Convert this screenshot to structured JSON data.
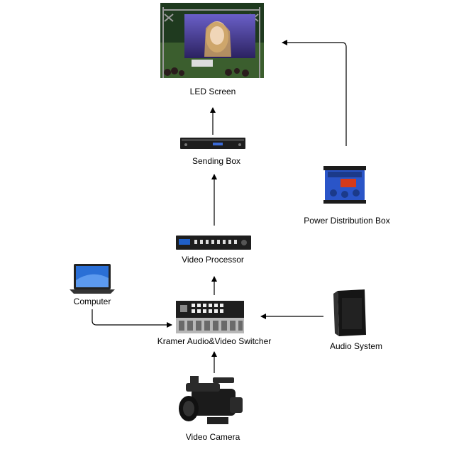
{
  "nodes": {
    "led_screen": {
      "label": "LED Screen"
    },
    "sending_box": {
      "label": "Sending Box"
    },
    "power_box": {
      "label": "Power Distribution Box"
    },
    "video_processor": {
      "label": "Video Processor"
    },
    "computer": {
      "label": "Computer"
    },
    "switcher": {
      "label": "Kramer Audio&Video Switcher"
    },
    "audio_system": {
      "label": "Audio System"
    },
    "camera": {
      "label": "Video Camera"
    }
  },
  "edges": [
    {
      "from": "Sending Box",
      "to": "LED Screen"
    },
    {
      "from": "Power Distribution Box",
      "to": "LED Screen"
    },
    {
      "from": "Video Processor",
      "to": "Sending Box"
    },
    {
      "from": "Kramer Audio&Video Switcher",
      "to": "Video Processor"
    },
    {
      "from": "Computer",
      "to": "Kramer Audio&Video Switcher"
    },
    {
      "from": "Audio System",
      "to": "Kramer Audio&Video Switcher"
    },
    {
      "from": "Video Camera",
      "to": "Kramer Audio&Video Switcher"
    }
  ],
  "colors": {
    "screen_bg": "#3a2a7a",
    "stage_frame": "#8a8a8a",
    "device_dark": "#1e1e1e",
    "device_mid": "#444444",
    "power_blue": "#2a55c8",
    "power_red": "#d43a1a",
    "laptop_screen": "#2a6fd6",
    "arrow": "#000000"
  }
}
